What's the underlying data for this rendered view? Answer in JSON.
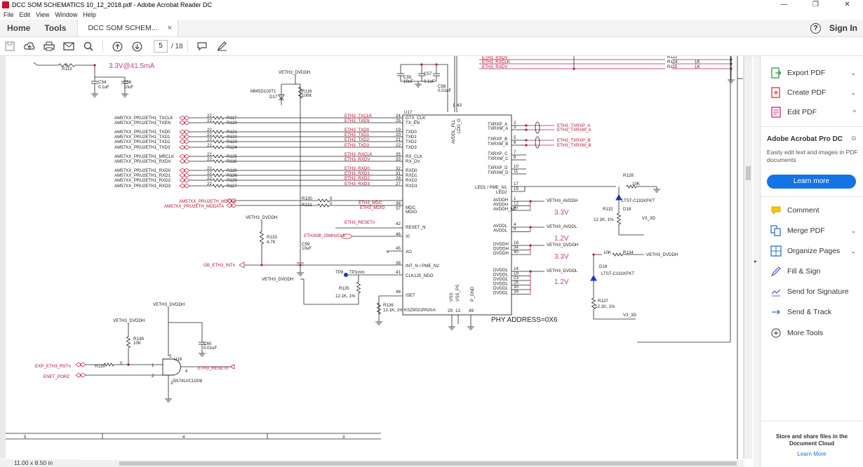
{
  "window": {
    "title": "DCC SOM SCHEMATICS 10_12_2018.pdf - Adobe Acrobat Reader DC"
  },
  "menu": [
    "File",
    "Edit",
    "View",
    "Window",
    "Help"
  ],
  "tabs": {
    "home": "Home",
    "tools": "Tools",
    "document": "DCC SOM SCHEM...",
    "close": "×"
  },
  "header": {
    "sign_in": "Sign In",
    "help": "?"
  },
  "toolbar": {
    "page_current": "5",
    "page_total": "/ 18"
  },
  "status": {
    "page_size": "11.00 x 8.50 in"
  },
  "schematic": {
    "power_note": "3.3V@41.5mA",
    "r113": "R113",
    "r113v": "0",
    "c54": "C54",
    "c54v": "0.1uF",
    "c56": "C56",
    "c56v": "10uF",
    "veth3": "VETH3_DVDDH",
    "mmsd": "MMSD103T1",
    "d17": "D17",
    "r116": "R116",
    "r116v": "100K",
    "c55": "C55",
    "c55v": "10uF",
    "c57": "C57",
    "c57v": "0.1uF",
    "c58": "C58",
    "c58v": "0.01uF",
    "u17": "U17",
    "left_nets": [
      "AM57XX_PRU2ETH1_TXCLK",
      "AM57XX_PRU2ETH1_TXEN",
      "AM57XX_PRU2ETH1_TXD0",
      "AM57XX_PRU2ETH1_TXD1",
      "AM57XX_PRU2ETH1_TXD2",
      "AM57XX_PRU2ETH1_TXD3",
      "AM57XX_PRU2ETH1_MRCLK",
      "AM57XX_PRU2ETH1_RXDV",
      "AM57XX_PRU2ETH1_RXD0",
      "AM57XX_PRU2ETH1_RXD1",
      "AM57XX_PRU2ETH1_RXD2",
      "AM57XX_PRU2ETH1_RXD3"
    ],
    "res_refs": [
      "R117",
      "R120",
      "R121",
      "R122",
      "R123",
      "R124",
      "R125",
      "R118",
      "R119",
      "R126",
      "R129",
      "R127"
    ],
    "res_val": "22",
    "eth_nets": [
      "ETH3_TXCLK",
      "ETH3_TXEN",
      "ETH3_TXD0",
      "ETH3_TXD1",
      "ETH3_TXD2",
      "ETH3_TXD3",
      "ETH3_RXCLK",
      "ETH3_RXDV",
      "ETH3_RXD0",
      "ETH3_RXD1",
      "ETH3_RXD2",
      "ETH3_RXD3"
    ],
    "pin_nums": [
      "24",
      "25",
      "19",
      "20",
      "21",
      "22",
      "35",
      "33",
      "32",
      "31",
      "28",
      "27"
    ],
    "pin_names": [
      "GTX_CLK",
      "TX_EN",
      "TXD0",
      "TXD1",
      "TXD2",
      "TXD3",
      "RX_CLK",
      "RX_DV",
      "RXD0",
      "RXD1",
      "RXD2",
      "RXD3"
    ],
    "mdc_net": "AM57XX_PRU2ETH_MDCLK",
    "mdio_net": "AM57XX_PRU2ETH_MDDATA",
    "r130": "R130",
    "r131": "R131",
    "zero": "0",
    "eth3_mdc": "ETH3_MDC",
    "eth3_mdio": "ETH3_MDIO",
    "pin_mdc": "36",
    "pin_mdio": "37",
    "lbl_mdc": "MDC",
    "lbl_mdio": "MDIO",
    "reset_net": "ETH3_RESETn",
    "pin_reset": "42",
    "lbl_reset": "RESET_N",
    "clk_net": "ETH3GB_25MHzCLK",
    "pin_xi": "46",
    "lbl_xi": "XI",
    "pin_xo": "45",
    "lbl_xo": "XO",
    "r133": "R133",
    "r133v": "4.7K",
    "c59": "C59",
    "c59v": "10uF",
    "int_net": "GB_ETH3_INTn",
    "pin_int": "38",
    "lbl_int": "INT_N / PME_N2",
    "tp8": "TP8",
    "tp8v": "TP1mm",
    "pin_clk125": "41",
    "lbl_clk125": "CLK125_NDO",
    "r135": "R135",
    "r135v": "12.1K, 1%",
    "pin_iset": "48",
    "lbl_iset": "ISET",
    "r136": "R136",
    "r136v": "12.1K, 1%",
    "chip": "KSZ9031RNXIA",
    "avdd_pll": "AVDDL_PLL",
    "ldo_o": "LDO_O",
    "pin_avddl_pll": "1",
    "pin_ldo": "43",
    "vss": "VSS",
    "vss_ps": "VSS_PS",
    "p_gnd": "P_GND",
    "pin_29": "29",
    "pin_13": "13",
    "pin_49": "49",
    "phy_addr": "PHY ADDRESS=0X6",
    "right_pins": [
      {
        "n": "TXRXP_A",
        "p": "2"
      },
      {
        "n": "TXRXM_A",
        "p": "3"
      },
      {
        "n": "TXRXP_B",
        "p": "5"
      },
      {
        "n": "TXRXM_B",
        "p": "6"
      },
      {
        "n": "TXRXP_C",
        "p": "7"
      },
      {
        "n": "TXRXM_C",
        "p": "8"
      },
      {
        "n": "TXRXP_D",
        "p": "10"
      },
      {
        "n": "TXRXM_D",
        "p": "11"
      }
    ],
    "mdi_nets": [
      "ETH3_TXRXP_A",
      "ETH3_TXRXM_A",
      "ETH3_TXRXP_B",
      "ETH3_TXRXM_B"
    ],
    "led1": "LED1 / PME_N1",
    "led2": "LED2",
    "pin_led1": "17",
    "pin_led2": "15",
    "r128": "R128",
    "r128v": "10K",
    "ltst": "LTST-C191KFKT",
    "d18": "D18",
    "r132": "R132",
    "r132v": "12.1K, 1%",
    "v33d": "V3_3D",
    "avddh_pins": [
      {
        "n": "AVDDH",
        "p": "1"
      },
      {
        "n": "AVDDH",
        "p": "12"
      },
      {
        "n": "AVDDH_NC",
        "p": "47"
      }
    ],
    "avddh_net": "VETH3_AVDDH",
    "v33": "3.3V",
    "avddl_pins": [
      {
        "n": "AVDDL",
        "p": "4"
      },
      {
        "n": "AVDDL",
        "p": "9"
      }
    ],
    "avddl_net": "VETH3_AVDDL",
    "v12": "1.2V",
    "dvddh_pins": [
      {
        "n": "DVDDH",
        "p": "16"
      },
      {
        "n": "DVDDH",
        "p": "34"
      },
      {
        "n": "DVDDH",
        "p": "40"
      }
    ],
    "dvddh_net": "VETH3_DVDDH",
    "dvddl_pins": [
      {
        "n": "DVDDL",
        "p": "14"
      },
      {
        "n": "DVDDL",
        "p": "18"
      },
      {
        "n": "DVDDL",
        "p": "23"
      },
      {
        "n": "DVDDL",
        "p": "26"
      },
      {
        "n": "DVDDL",
        "p": "30"
      },
      {
        "n": "DVDDL",
        "p": "39"
      }
    ],
    "dvddl_net": "VETH3_DVDDL",
    "r134": "R134",
    "r134v": "10K",
    "d19": "D19",
    "r137": "R137",
    "r137v": "12.1K, 1%",
    "top_nets": [
      "ETH3_RXDV",
      "ETH3_RXCLK"
    ],
    "top_res": [
      "R114",
      "R115"
    ],
    "top_res_v": "1K",
    "r112": "R112",
    "r138": "R138",
    "r138v": "10K",
    "c60": "C60",
    "c60v": "0.01uF",
    "exp_net": "EXP_ETH3_RSTn",
    "enet_porz": "ENET_PORZ",
    "r139": "R139",
    "u18": "U18",
    "u18p": "SN74LVC1G08",
    "u18_out": "ETH3_RESETn",
    "pin1": "1",
    "pin2": "2",
    "pin3": "3",
    "pin4": "4",
    "pin5": "5",
    "ruler": [
      "5",
      "4",
      "3"
    ]
  },
  "panel": {
    "tools": [
      {
        "label": "Export PDF",
        "chev": "⌄"
      },
      {
        "label": "Create PDF",
        "chev": "⌄"
      },
      {
        "label": "Edit PDF",
        "chev": "^"
      }
    ],
    "pro_title": "Adobe Acrobat Pro DC",
    "pro_desc": "Easily edit text and images in PDF documents",
    "learn_more": "Learn more",
    "tools2": [
      {
        "label": "Comment",
        "chev": ""
      },
      {
        "label": "Merge PDF",
        "chev": "⌄"
      },
      {
        "label": "Organize Pages",
        "chev": "⌄"
      },
      {
        "label": "Fill & Sign",
        "chev": ""
      },
      {
        "label": "Send for Signature",
        "chev": ""
      },
      {
        "label": "Send & Track",
        "chev": ""
      },
      {
        "label": "More Tools",
        "chev": ""
      }
    ],
    "store_text": "Store and share files in the Document Cloud",
    "store_link": "Learn More"
  },
  "colors": {
    "net_red": "#b3122e",
    "wire": "#222222",
    "pin_pink": "#b0166a",
    "accent_blue": "#1473e6"
  }
}
